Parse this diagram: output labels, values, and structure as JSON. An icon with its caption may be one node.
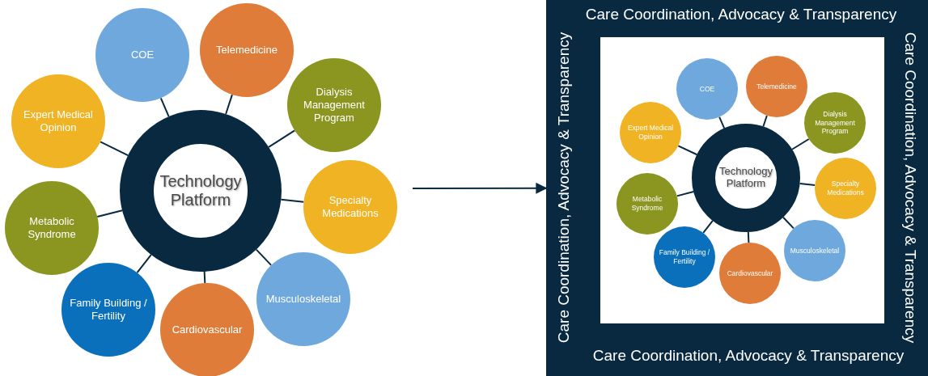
{
  "diagram": {
    "nodes": [
      {
        "text": [
          "Technology Platform"
        ]
      },
      {
        "text": [
          "COE"
        ]
      },
      {
        "text": [
          "Telemedicine"
        ]
      },
      {
        "text": [
          "Dialysis Management Program"
        ]
      },
      {
        "text": [
          "Specialty Medications"
        ]
      },
      {
        "text": [
          "Musculoskeletal"
        ]
      },
      {
        "text": [
          "Cardiovascular"
        ]
      },
      {
        "text": [
          "Family Building / Fertility"
        ]
      },
      {
        "text": [
          "Metabolic Syndrome"
        ]
      },
      {
        "text": [
          "Expert Medical Opinion"
        ]
      },
      {
        "text": [
          "Care Coordination, Advocacy & Transparency",
          "Care Coordination, Advocacy & Transparency",
          "Care Coordination, Advocacy & Transparency",
          "Care Coordination, Advocacy & Transparency"
        ]
      },
      {
        "text": [],
        "shape": "box",
        "in": 10
      },
      {
        "text": [
          "Technology Platform"
        ],
        "in": 11
      },
      {
        "text": [
          "COE"
        ],
        "in": 11
      },
      {
        "text": [
          "Telemedicine"
        ],
        "in": 11
      },
      {
        "text": [
          "Dialysis Management Program"
        ],
        "in": 11
      },
      {
        "text": [
          "Specialty Medications"
        ],
        "in": 11
      },
      {
        "text": [
          "Musculoskeletal"
        ],
        "in": 11
      },
      {
        "text": [
          "Cardiovascular"
        ],
        "in": 11
      },
      {
        "text": [
          "Family Building / Fertility"
        ],
        "in": 11
      },
      {
        "text": [
          "Metabolic Syndrome"
        ],
        "in": 11
      },
      {
        "text": [
          "Expert Medical Opinion"
        ],
        "in": 11
      }
    ],
    "edges": [
      {
        "from": 0,
        "to": 1,
        "arrow": "none"
      },
      {
        "from": 0,
        "to": 2,
        "arrow": "none"
      },
      {
        "from": 0,
        "to": 3,
        "arrow": "none"
      },
      {
        "from": 0,
        "to": 4,
        "arrow": "none"
      },
      {
        "from": 0,
        "to": 5,
        "arrow": "none"
      },
      {
        "from": 0,
        "to": 6,
        "arrow": "none"
      },
      {
        "from": 0,
        "to": 7,
        "arrow": "none"
      },
      {
        "from": 0,
        "to": 8,
        "arrow": "none"
      },
      {
        "from": 0,
        "to": 9,
        "arrow": "none"
      },
      {
        "from": null,
        "to": 10,
        "arrow": "to"
      },
      {
        "from": 12,
        "to": 13,
        "arrow": "none"
      },
      {
        "from": 12,
        "to": 14,
        "arrow": "none"
      },
      {
        "from": 12,
        "to": 15,
        "arrow": "none"
      },
      {
        "from": 12,
        "to": 16,
        "arrow": "none"
      },
      {
        "from": 12,
        "to": 17,
        "arrow": "none"
      },
      {
        "from": 12,
        "to": 18,
        "arrow": "none"
      },
      {
        "from": 12,
        "to": 19,
        "arrow": "none"
      },
      {
        "from": 12,
        "to": 20,
        "arrow": "none"
      },
      {
        "from": 12,
        "to": 21,
        "arrow": "none"
      }
    ]
  }
}
